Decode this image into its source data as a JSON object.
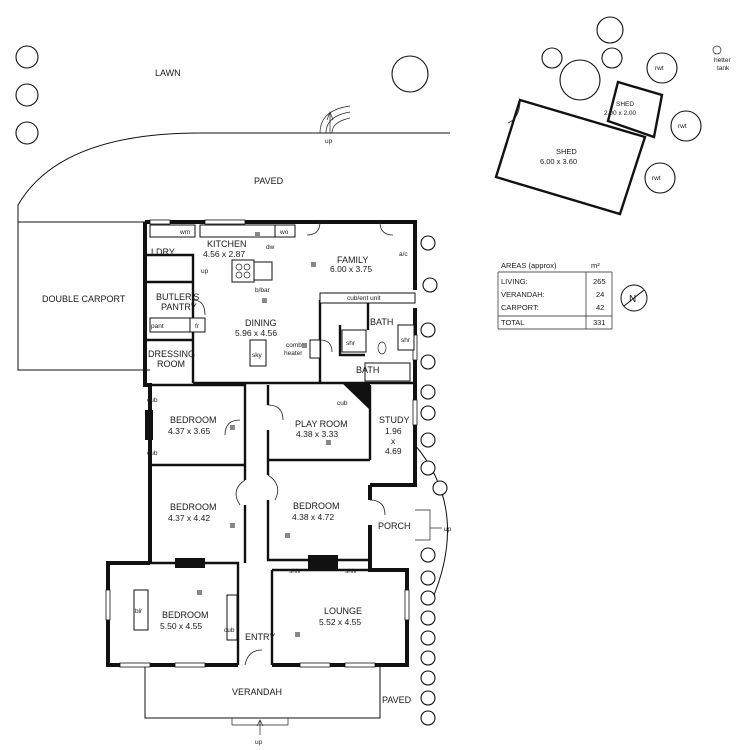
{
  "site": {
    "lawn": "LAWN",
    "paved_top": "PAVED",
    "paved_bottom": "PAVED",
    "double_carport": "DOUBLE CARPORT",
    "up_lawn": "up",
    "up_porch": "up",
    "up_verandah": "up",
    "up_laundry": "up"
  },
  "rooms": {
    "kitchen": {
      "name": "KITCHEN",
      "dims": "4.56 x 2.87"
    },
    "family": {
      "name": "FAMILY",
      "dims": "6.00 x 3.75"
    },
    "laundry": {
      "name": "LDRY"
    },
    "butlers_pantry": {
      "line1": "BUTLER'S",
      "line2": "PANTRY"
    },
    "dining": {
      "name": "DINING",
      "dims": "5.96 x 4.56"
    },
    "dressing_room": {
      "line1": "DRESSING",
      "line2": "ROOM"
    },
    "bath_top": {
      "name": "BATH"
    },
    "bath_bottom": {
      "name": "BATH"
    },
    "bedroom_1": {
      "name": "BEDROOM",
      "dims": "4.37 x 3.65"
    },
    "bedroom_2": {
      "name": "BEDROOM",
      "dims": "4.37 x 4.42"
    },
    "play_room": {
      "name": "PLAY ROOM",
      "dims": "4.38 x 3.33"
    },
    "study": {
      "name": "STUDY",
      "dim_a": "1.96",
      "dim_x": "x",
      "dim_b": "4.69"
    },
    "bedroom_3": {
      "name": "BEDROOM",
      "dims": "4.38 x 4.72"
    },
    "porch": {
      "name": "PORCH"
    },
    "bedroom_4": {
      "name": "BEDROOM",
      "dims": "5.50 x 4.55"
    },
    "lounge": {
      "name": "LOUNGE",
      "dims": "5.52 x 4.55"
    },
    "entry": {
      "name": "ENTRY"
    },
    "verandah": {
      "name": "VERANDAH"
    }
  },
  "fixtures": {
    "wm": "wm",
    "dw": "dw",
    "wo": "wo",
    "bbar": "b/bar",
    "pant": "pant",
    "fr": "fr",
    "sky": "sky",
    "comb_heater_1": "comb",
    "comb_heater_2": "heater",
    "cub_ent_unit": "cub/ent unit",
    "shr_1": "shr",
    "shr_2": "shr",
    "ac": "a/c",
    "cub_play": "cub",
    "cub_bed1_a": "cub",
    "cub_bed1_b": "cub",
    "cub_bed4": "cub",
    "blr": "blr",
    "shlv_1": "shlv",
    "shlv_2": "shlv"
  },
  "outbuildings": {
    "shed_small": {
      "name": "SHED",
      "dims": "2.00 x 2.00"
    },
    "shed_large": {
      "name": "SHED",
      "dims": "6.00 x 3.60"
    },
    "rwt_1": "rwt",
    "rwt_2": "rwt",
    "rwt_3": "rwt",
    "hetter_tank_1": "hetter",
    "hetter_tank_2": "tank"
  },
  "areas": {
    "title": "AREAS (approx)",
    "unit": "m²",
    "rows": [
      {
        "label": "LIVING:",
        "value": "265"
      },
      {
        "label": "VERANDAH:",
        "value": "24"
      },
      {
        "label": "CARPORT:",
        "value": "42"
      }
    ],
    "total_label": "TOTAL",
    "total_value": "331"
  },
  "north": {
    "label": "N"
  }
}
